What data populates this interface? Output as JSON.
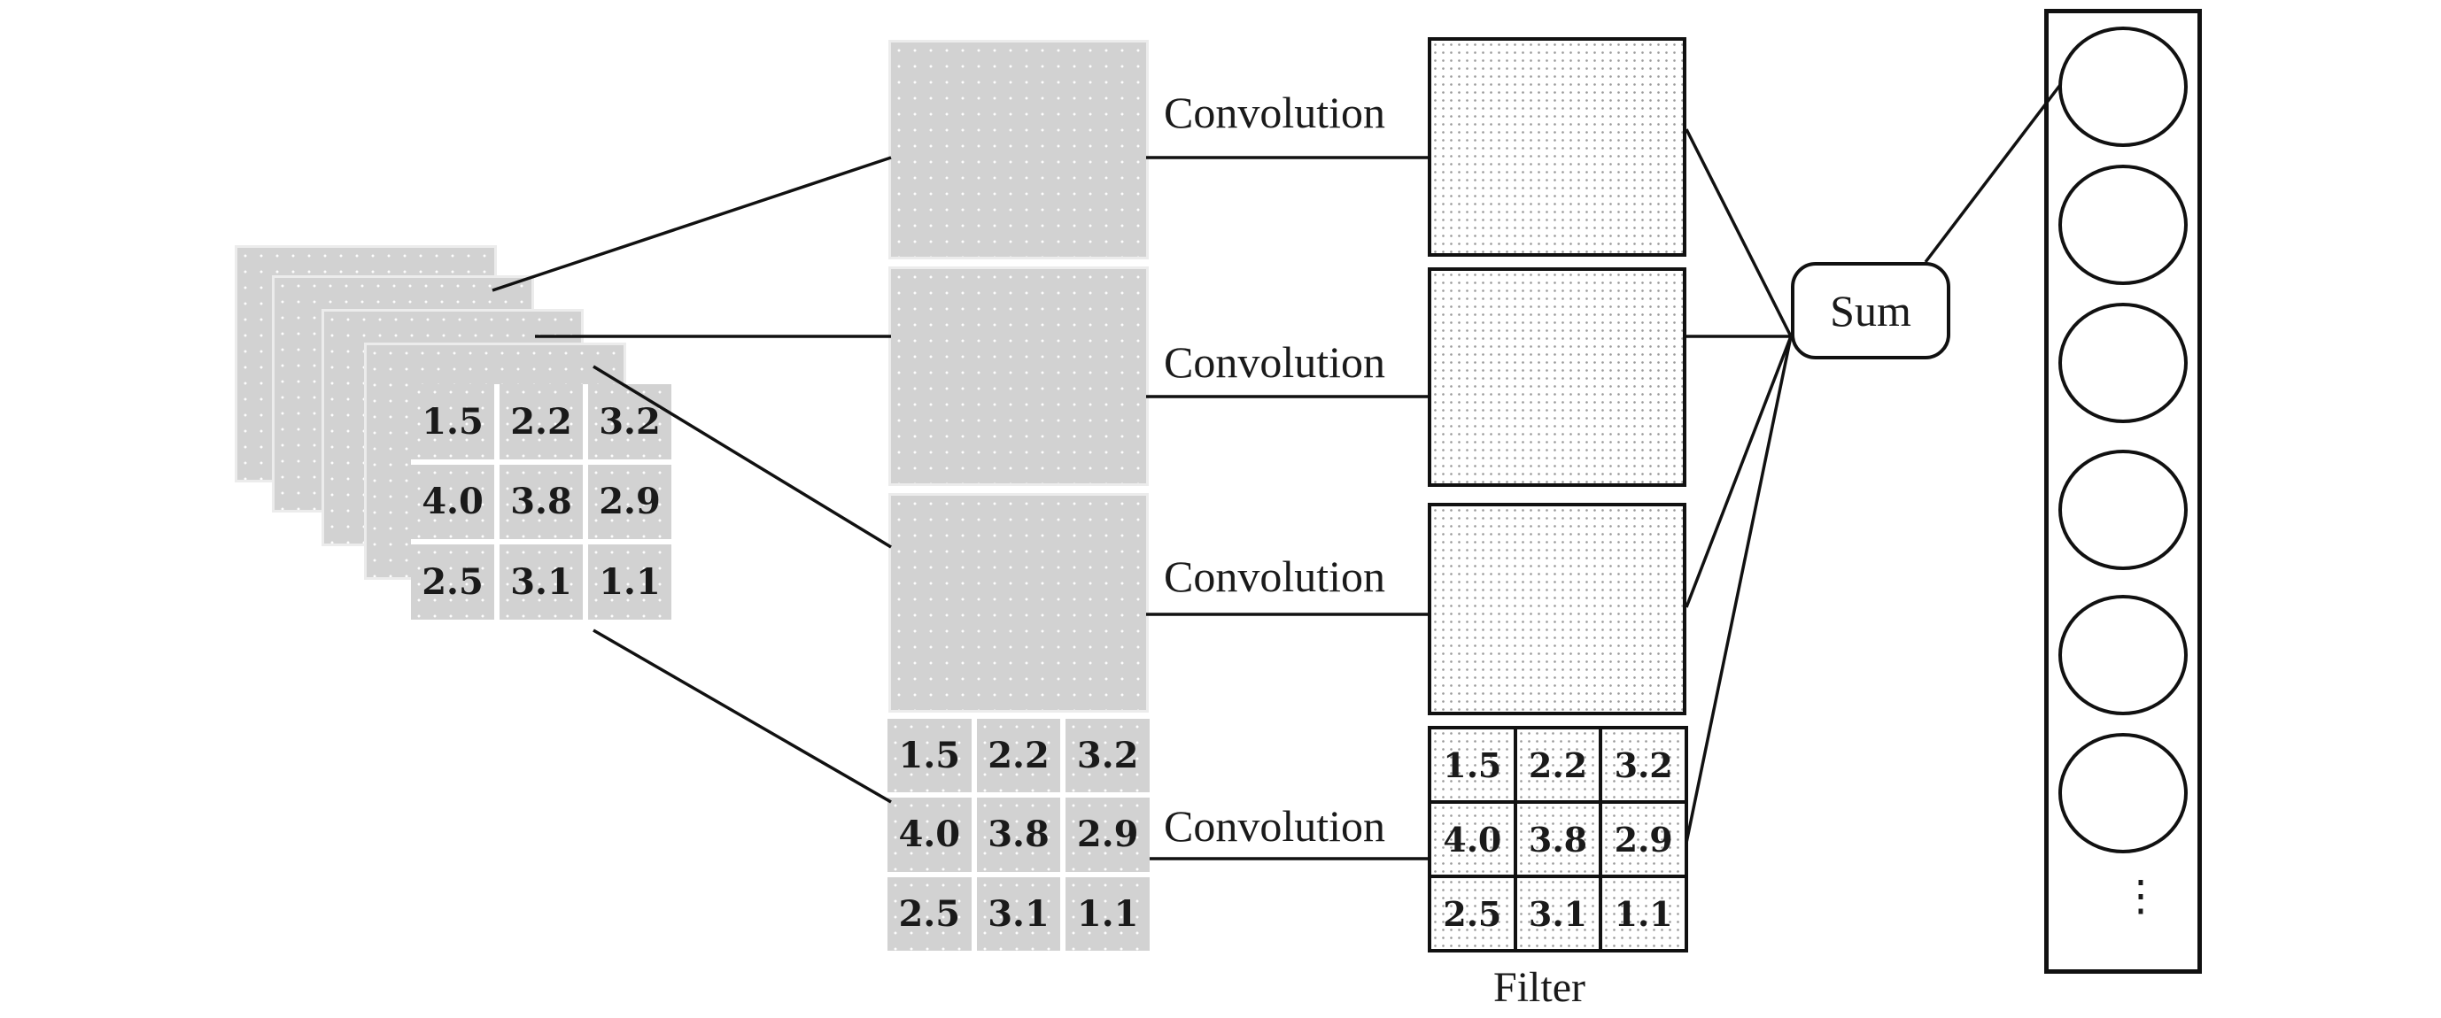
{
  "input_matrix": [
    [
      "1.5",
      "2.2",
      "3.2"
    ],
    [
      "4.0",
      "3.8",
      "2.9"
    ],
    [
      "2.5",
      "3.1",
      "1.1"
    ]
  ],
  "split_matrix": [
    [
      "1.5",
      "2.2",
      "3.2"
    ],
    [
      "4.0",
      "3.8",
      "2.9"
    ],
    [
      "2.5",
      "3.1",
      "1.1"
    ]
  ],
  "filter_matrix": [
    [
      "1.5",
      "2.2",
      "3.2"
    ],
    [
      "4.0",
      "3.8",
      "2.9"
    ],
    [
      "2.5",
      "3.1",
      "1.1"
    ]
  ],
  "convolution_labels": [
    "Convolution",
    "Convolution",
    "Convolution",
    "Convolution"
  ],
  "filter_label": "Filter",
  "sum_label": "Sum",
  "output_ellipsis": "⋮"
}
